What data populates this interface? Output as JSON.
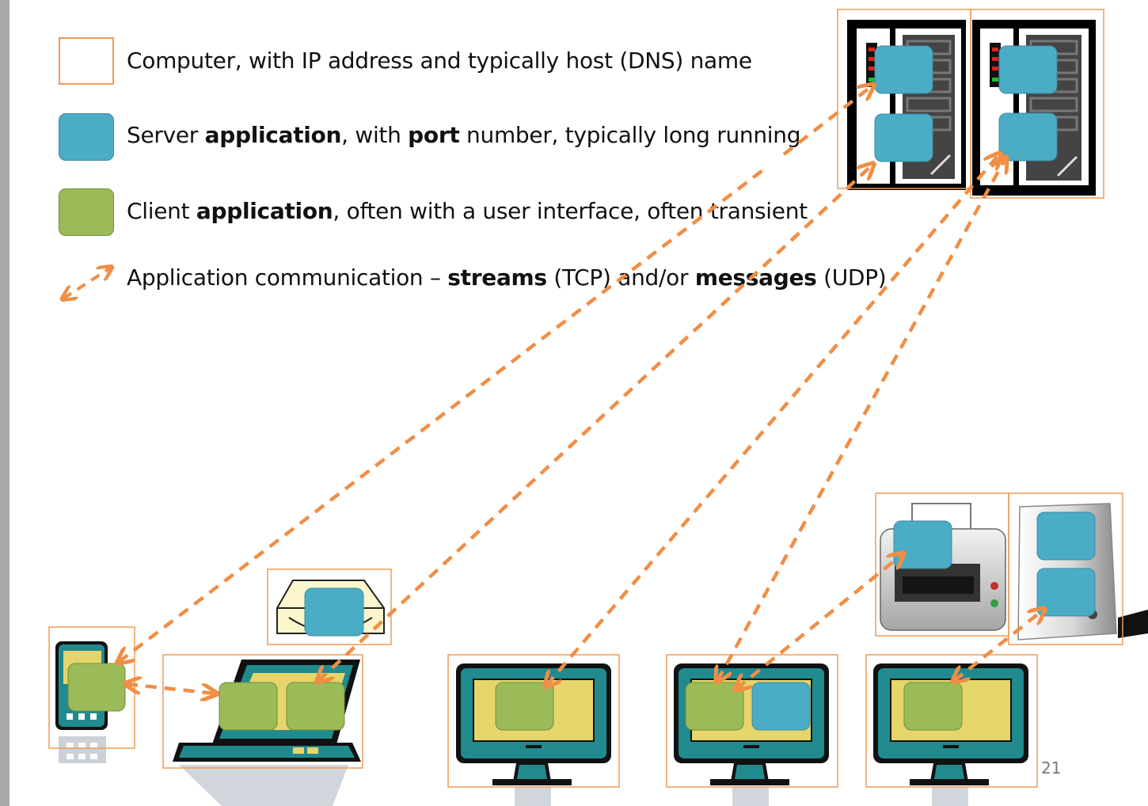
{
  "legend": {
    "computer": {
      "text": "Computer, with IP address and typically host (DNS) name"
    },
    "server": {
      "text_1": "Server ",
      "bold_1": "application",
      "text_2": ", with ",
      "bold_2": "port",
      "text_3": " number, typically long running"
    },
    "client": {
      "text_1": "Client ",
      "bold_1": "application",
      "text_2": ", often with a user interface, often transient"
    },
    "communication": {
      "text_1": "Application communication – ",
      "bold_1": "streams",
      "text_2": " (TCP) and/or ",
      "bold_2": "messages",
      "text_3": " (UDP)"
    }
  },
  "colors": {
    "computer_border": "#ef9a55",
    "server_app": "#4bacc6",
    "client_app": "#9bbb59",
    "arrow": "#f08e45",
    "screen_frame": "#218a8f",
    "screen_fill": "#e6d56b"
  },
  "page_number": "21"
}
